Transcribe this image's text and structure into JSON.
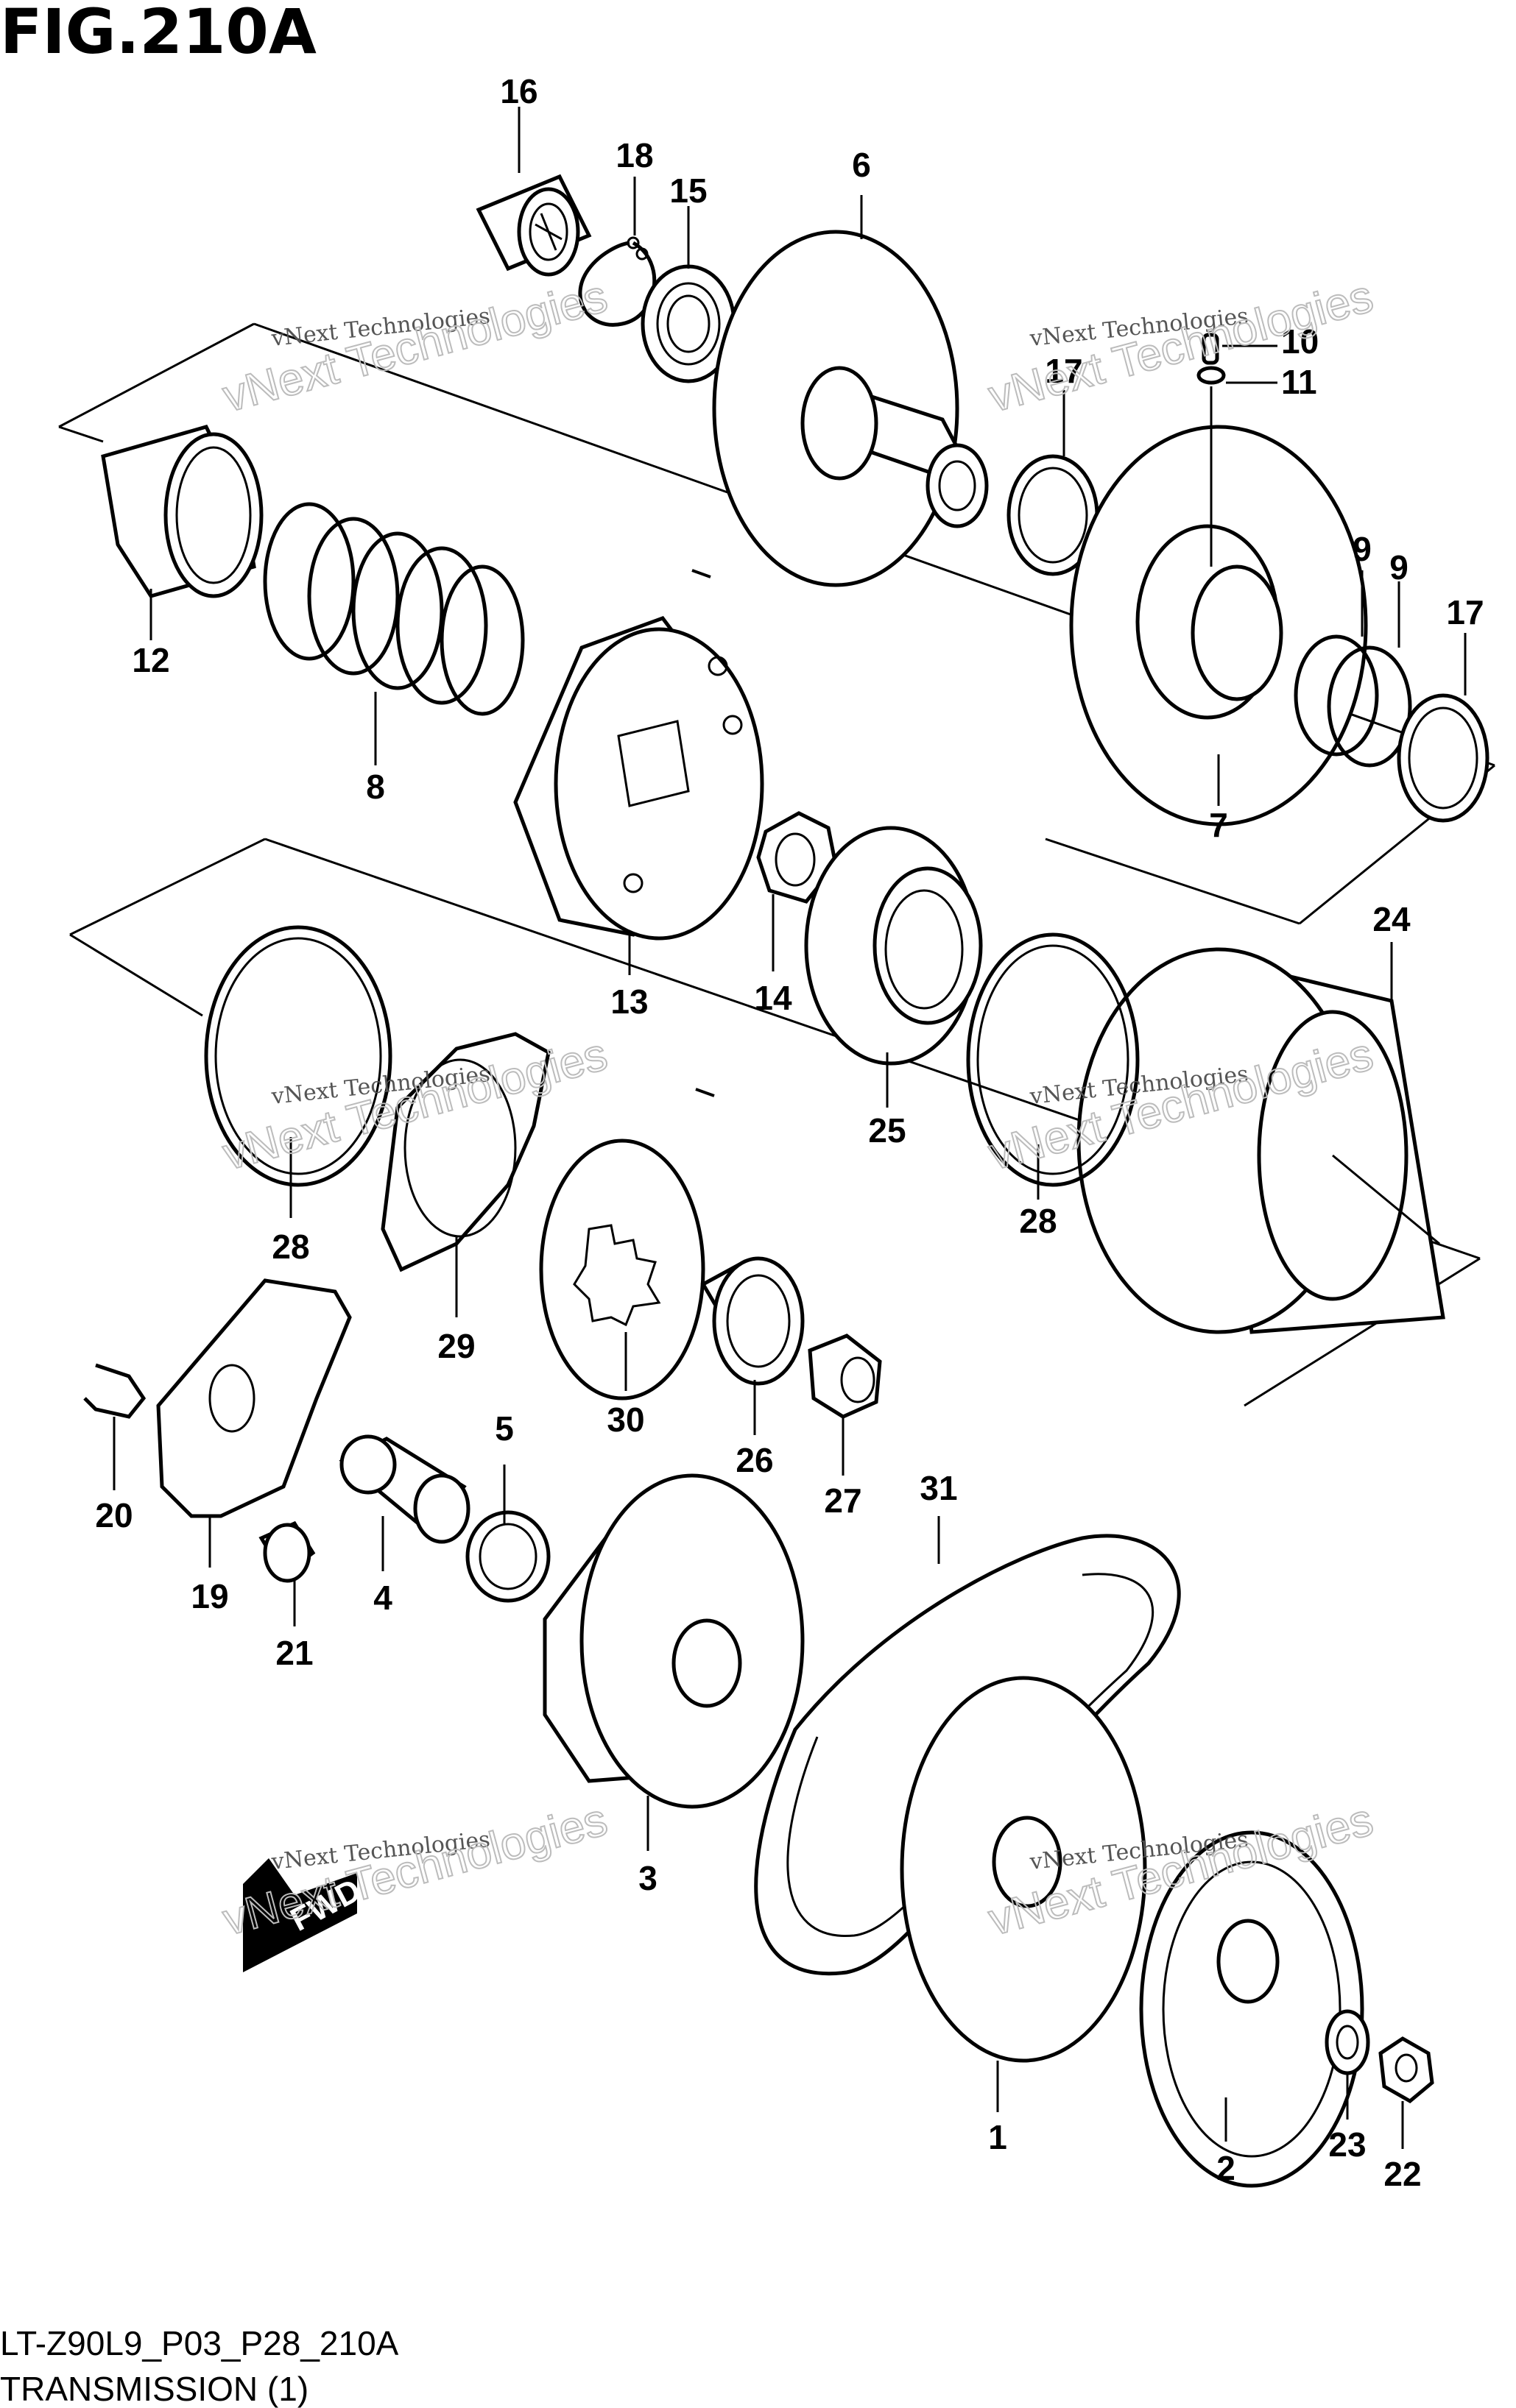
{
  "figure": {
    "title": "FIG.210A",
    "code": "LT-Z90L9_P03_P28_210A",
    "caption": "TRANSMISSION (1)",
    "direction_marker": "FWD"
  },
  "watermarks": [
    {
      "line1": "vNext Technologies",
      "line2": "vNext Technologies"
    },
    {
      "line1": "vNext Technologies",
      "line2": "vNext Technologies"
    },
    {
      "line1": "vNext Technologies",
      "line2": "vNext Technologies"
    },
    {
      "line1": "vNext Technologies",
      "line2": "vNext Technologies"
    },
    {
      "line1": "vNext Technologies",
      "line2": "vNext Technologies"
    },
    {
      "line1": "vNext Technologies",
      "line2": "vNext Technologies"
    }
  ],
  "parts": [
    {
      "id": "p16",
      "number": "16",
      "icon": "needle-bearing-icon"
    },
    {
      "id": "p18",
      "number": "18",
      "icon": "circlip-icon"
    },
    {
      "id": "p15",
      "number": "15",
      "icon": "ball-bearing-icon"
    },
    {
      "id": "p6",
      "number": "6",
      "icon": "fixed-sheave-icon"
    },
    {
      "id": "p10",
      "number": "10",
      "icon": "pin-icon"
    },
    {
      "id": "p11",
      "number": "11",
      "icon": "guide-pin-icon"
    },
    {
      "id": "p17a",
      "number": "17",
      "icon": "oil-seal-icon"
    },
    {
      "id": "p12",
      "number": "12",
      "icon": "spring-seat-icon"
    },
    {
      "id": "p8",
      "number": "8",
      "icon": "coil-spring-icon"
    },
    {
      "id": "p9a",
      "number": "9",
      "icon": "o-ring-icon"
    },
    {
      "id": "p9b",
      "number": "9",
      "icon": "o-ring-icon"
    },
    {
      "id": "p17b",
      "number": "17",
      "icon": "oil-seal-icon"
    },
    {
      "id": "p7",
      "number": "7",
      "icon": "movable-sheave-icon"
    },
    {
      "id": "p13",
      "number": "13",
      "icon": "clutch-shoe-icon"
    },
    {
      "id": "p14",
      "number": "14",
      "icon": "hex-nut-icon"
    },
    {
      "id": "p25",
      "number": "25",
      "icon": "washer-icon"
    },
    {
      "id": "p24",
      "number": "24",
      "icon": "clutch-housing-icon"
    },
    {
      "id": "p28a",
      "number": "28",
      "icon": "shim-icon"
    },
    {
      "id": "p28b",
      "number": "28",
      "icon": "shim-icon"
    },
    {
      "id": "p29",
      "number": "29",
      "icon": "lock-plate-icon"
    },
    {
      "id": "p30",
      "number": "30",
      "icon": "spline-washer-icon"
    },
    {
      "id": "p26",
      "number": "26",
      "icon": "bushing-icon"
    },
    {
      "id": "p27",
      "number": "27",
      "icon": "nut-icon"
    },
    {
      "id": "p20",
      "number": "20",
      "icon": "clip-icon"
    },
    {
      "id": "p19",
      "number": "19",
      "icon": "ramp-plate-icon"
    },
    {
      "id": "p21",
      "number": "21",
      "icon": "roller-icon"
    },
    {
      "id": "p4",
      "number": "4",
      "icon": "sleeve-icon"
    },
    {
      "id": "p5",
      "number": "5",
      "icon": "oil-seal-icon"
    },
    {
      "id": "p3",
      "number": "3",
      "icon": "movable-drive-face-icon"
    },
    {
      "id": "p31",
      "number": "31",
      "icon": "drive-belt-icon"
    },
    {
      "id": "p1",
      "number": "1",
      "icon": "fixed-drive-face-icon"
    },
    {
      "id": "p2",
      "number": "2",
      "icon": "fan-drive-face-icon"
    },
    {
      "id": "p23",
      "number": "23",
      "icon": "washer-icon"
    },
    {
      "id": "p22",
      "number": "22",
      "icon": "nut-icon"
    }
  ]
}
